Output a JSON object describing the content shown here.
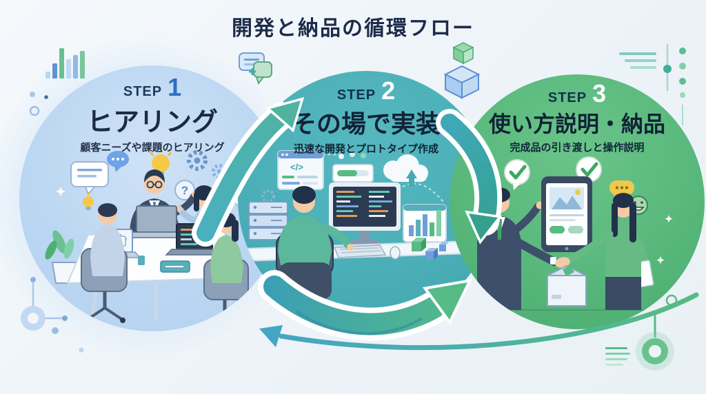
{
  "title": "開発と納品の循環フロー",
  "steps": [
    {
      "label": "STEP",
      "number": "1",
      "heading": "ヒアリング",
      "description": "顧客ニーズや課題のヒアリング",
      "illustration": "team-hearing-meeting-scene",
      "circle_color": "#bcd7f2",
      "number_color": "#2d6fc4"
    },
    {
      "label": "STEP",
      "number": "2",
      "heading": "その場で実装",
      "description": "迅速な開発とプロトタイプ作成",
      "illustration": "on-the-spot-coding-scene",
      "circle_color": "#4aaeb7",
      "number_color": "#ffffff"
    },
    {
      "label": "STEP",
      "number": "3",
      "heading": "使い方説明・納品",
      "description": "完成品の引き渡しと操作説明",
      "illustration": "handover-handshake-scene",
      "circle_color": "#57b77b",
      "number_color": "#ffffff"
    }
  ],
  "flow": {
    "type": "cycle",
    "arrows": [
      "step1-to-step2",
      "step2-to-step3",
      "step3-bottom-sweep",
      "return-to-step1"
    ],
    "arrow_gradient": [
      "#3f9fb4",
      "#55bb87"
    ]
  },
  "colors": {
    "background": "#eef3f7",
    "title_text": "#1d2b4a",
    "heading_text": "#17263c"
  },
  "decorations": [
    "bar-chart-icon",
    "chat-bubbles-icon",
    "cube-box-icon",
    "list-lines",
    "dot-column",
    "network-node-icon",
    "donut-ring-icon",
    "sparkles"
  ]
}
